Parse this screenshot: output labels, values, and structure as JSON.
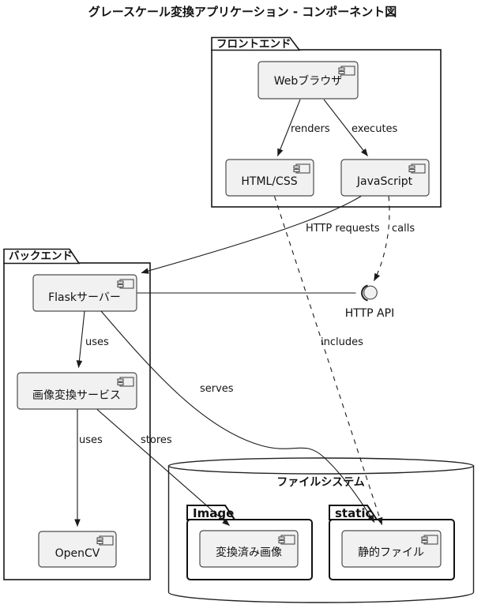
{
  "title": "グレースケール変換アプリケーション - コンポーネント図",
  "frontend": {
    "label": "フロントエンド",
    "web_browser": "Webブラウザ",
    "html_css": "HTML/CSS",
    "javascript": "JavaScript"
  },
  "backend": {
    "label": "バックエンド",
    "flask": "Flaskサーバー",
    "image_service": "画像変換サービス",
    "opencv": "OpenCV"
  },
  "filesystem": {
    "label": "ファイルシステム",
    "image_folder": "Image",
    "converted_image": "変換済み画像",
    "static_folder": "static",
    "static_files": "静的ファイル"
  },
  "interface": {
    "http_api": "HTTP API"
  },
  "edges": {
    "renders": "renders",
    "executes": "executes",
    "http_requests": "HTTP requests",
    "calls": "calls",
    "includes": "includes",
    "serves": "serves",
    "uses_flask": "uses",
    "uses_service": "uses",
    "stores": "stores"
  },
  "colors": {
    "component_fill": "#F1F1F1",
    "package_fill": "#FFFFFF",
    "border": "#181818",
    "text": "#121212"
  }
}
